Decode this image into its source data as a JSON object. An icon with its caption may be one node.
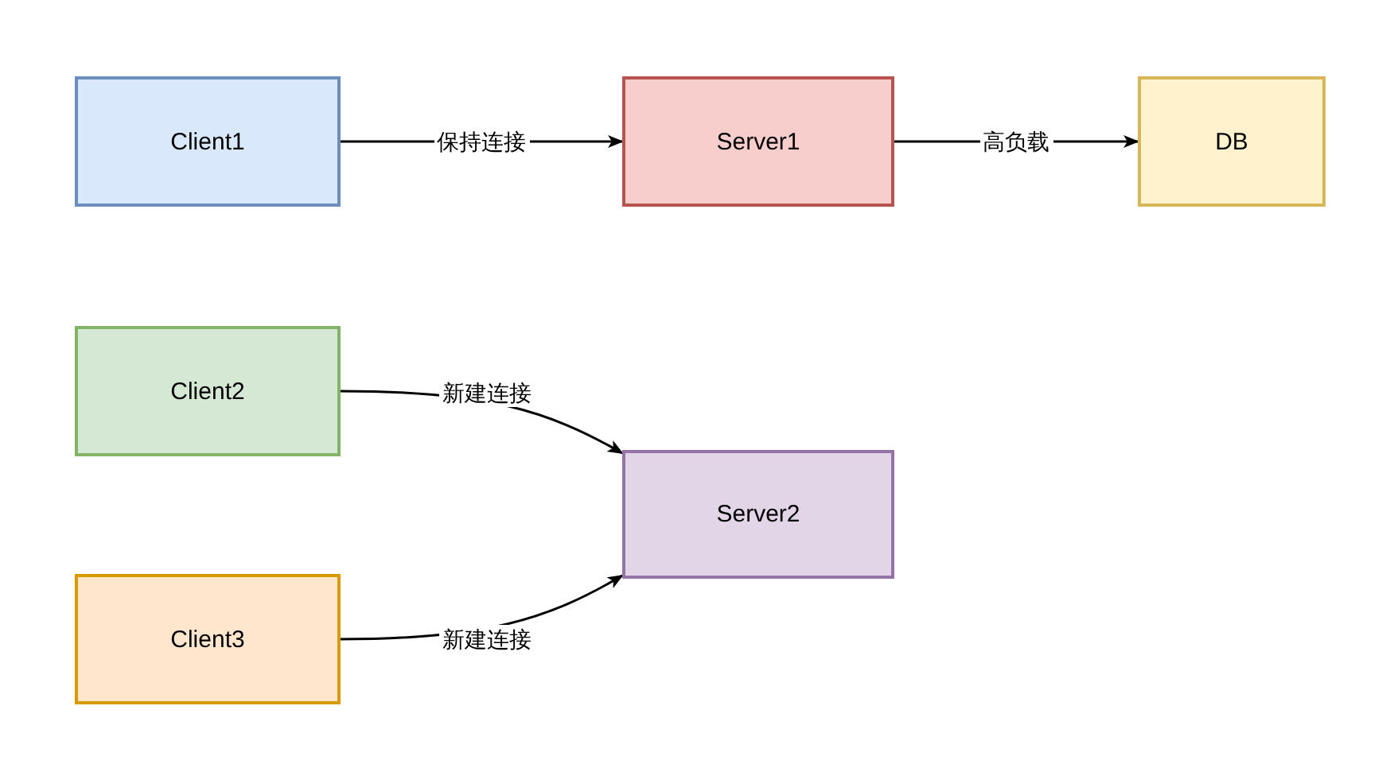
{
  "diagram": {
    "nodes": [
      {
        "text": [
          "Client1"
        ]
      },
      {
        "text": [
          "Server1"
        ]
      },
      {
        "text": [
          "DB"
        ]
      },
      {
        "text": [
          "Client2"
        ]
      },
      {
        "text": [
          "Server2"
        ]
      },
      {
        "text": [
          "Client3"
        ]
      }
    ],
    "edges": [
      {
        "from": 0,
        "to": 1,
        "arrow": "to",
        "label": "保持连接"
      },
      {
        "from": 1,
        "to": 2,
        "arrow": "to",
        "label": "高负载"
      },
      {
        "from": 3,
        "to": 4,
        "arrow": "to",
        "label": "新建连接"
      },
      {
        "from": 5,
        "to": 4,
        "arrow": "to",
        "label": "新建连接"
      }
    ]
  }
}
